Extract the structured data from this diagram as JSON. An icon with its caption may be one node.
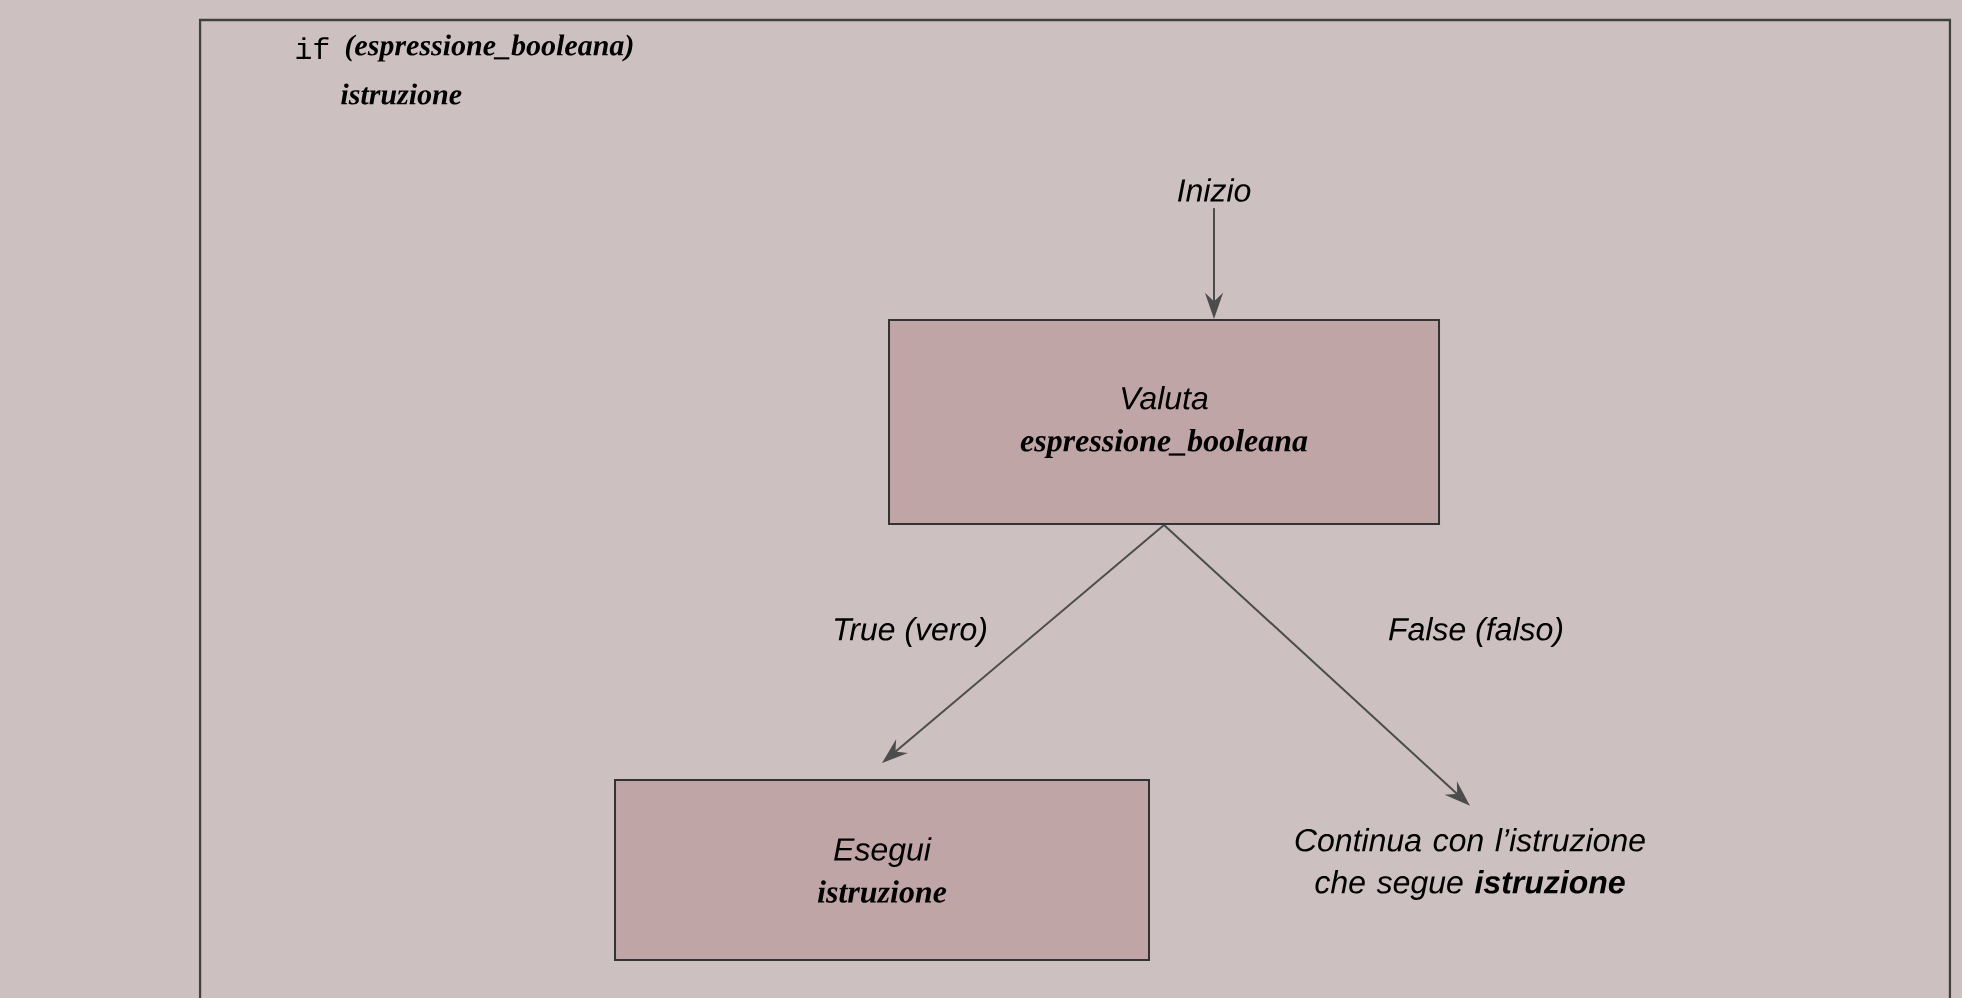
{
  "diagram": {
    "nodes": [
      {
        "text": [
          "Inizio"
        ]
      },
      {
        "text": [
          "Valuta",
          "espressione_booleana"
        ]
      },
      {
        "text": [
          "Esegui",
          "istruzione"
        ]
      },
      {
        "text": [
          "Continua con l’istruzione che segue **istruzione**"
        ]
      }
    ],
    "edges": [
      {
        "from": 0,
        "to": 1,
        "arrow": "to"
      },
      {
        "from": 1,
        "to": 2,
        "arrow": "to",
        "label": "True (vero)"
      },
      {
        "from": 1,
        "to": 3,
        "arrow": "to",
        "label": "False (falso)"
      }
    ],
    "labels": [
      "if",
      "(espressione_booleana)",
      "istruzione"
    ]
  }
}
